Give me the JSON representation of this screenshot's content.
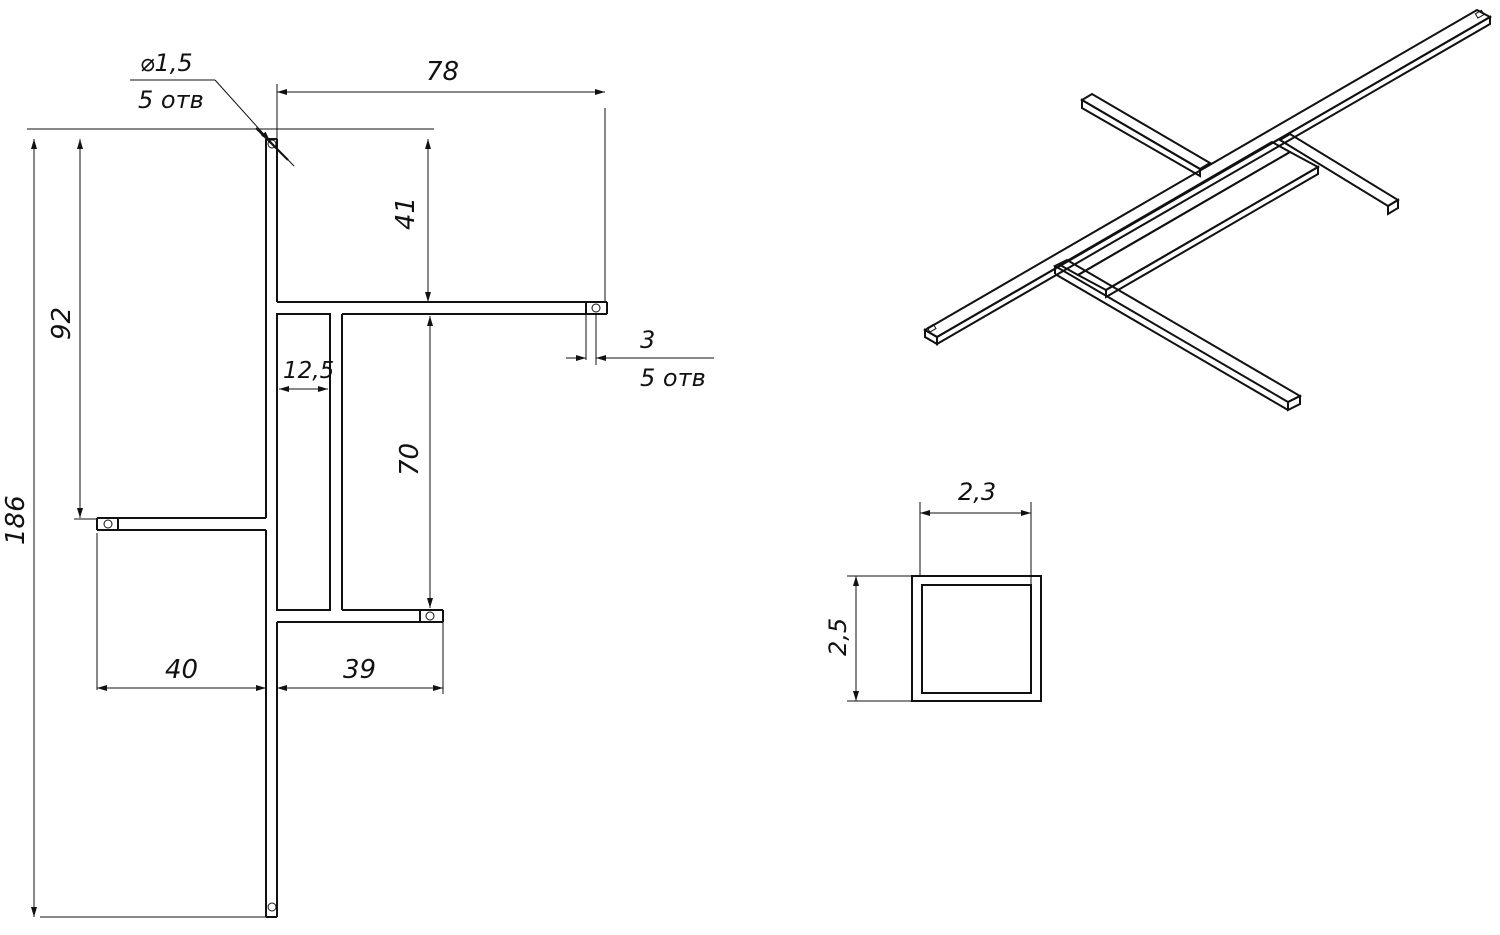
{
  "colors": {
    "line": "#111111",
    "background": "#ffffff"
  },
  "front_view": {
    "hole_callout": {
      "diameter": "⌀1,5",
      "count": "5 отв"
    },
    "end_callout": {
      "size": "3",
      "count": "5 отв"
    },
    "dims": {
      "d78": "78",
      "d41": "41",
      "d92": "92",
      "d186": "186",
      "d12_5": "12,5",
      "d70": "70",
      "d40": "40",
      "d39": "39"
    }
  },
  "section_view": {
    "width": "2,3",
    "height": "2,5"
  }
}
